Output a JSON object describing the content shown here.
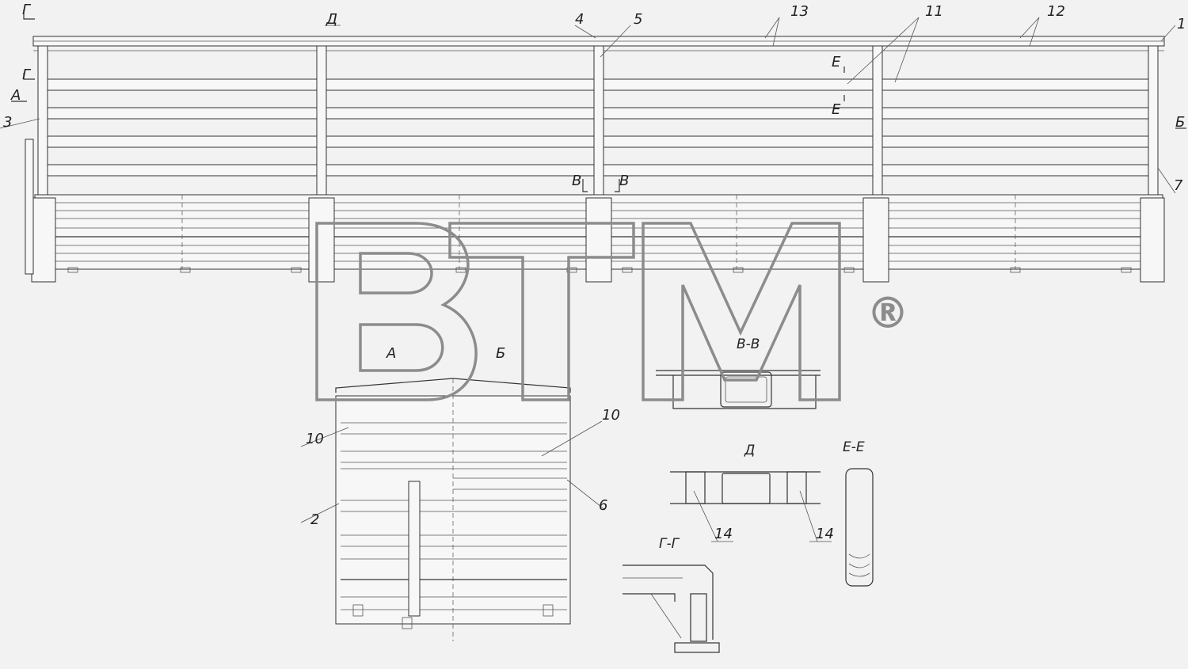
{
  "labels": {
    "top": [
      "Г",
      "Д",
      "4",
      "5",
      "13",
      "11",
      "12",
      "1"
    ],
    "left": [
      "А",
      "Г",
      "3"
    ],
    "right": [
      "Б",
      "7"
    ],
    "e_mark_top": "Е",
    "e_mark_bottom": "Е",
    "v_left": "В",
    "v_right": "В",
    "view_a": "А",
    "view_b": "Б",
    "front_left_10": "10",
    "front_right_10": "10",
    "front_2": "2",
    "front_6": "6"
  },
  "sections": {
    "vv": "В-В",
    "d": "Д",
    "ee": "Е-Е",
    "gg": "Г-Г",
    "d_left_14": "14",
    "d_right_14": "14"
  },
  "watermark": {
    "text": "BTM",
    "reg": "®",
    "color": "#8c8c8c"
  }
}
